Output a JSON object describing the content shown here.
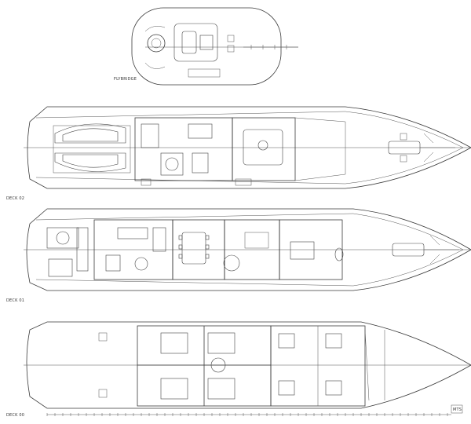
{
  "title": "",
  "deck_labels": {
    "flybridge": "FLYBRIDGE",
    "deck02": "DECK 02",
    "deck01": "DECK 01",
    "deck00": "DECK 00"
  },
  "scale_label": "MTS"
}
